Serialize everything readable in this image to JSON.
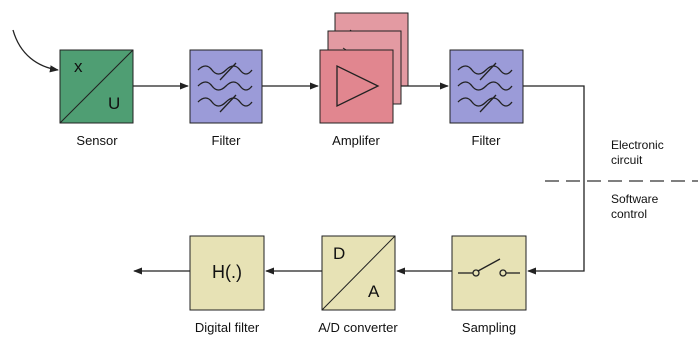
{
  "blocks": {
    "sensor": {
      "label": "Sensor",
      "input_symbol": "x",
      "output_symbol": "U"
    },
    "filter_1": {
      "label": "Filter"
    },
    "amplifier": {
      "label": "Amplifer"
    },
    "filter_2": {
      "label": "Filter"
    },
    "sampling": {
      "label": "Sampling"
    },
    "ad_converter": {
      "label": "A/D converter",
      "top_symbol": "D",
      "bottom_symbol": "A"
    },
    "digital_filter": {
      "label": "Digital filter",
      "function_text": "H(.)"
    }
  },
  "regions": {
    "hardware": "Electronic circuit",
    "software": "Software control"
  },
  "colors": {
    "sensor_fill": "#4f9e73",
    "filter_fill": "#9b9bd8",
    "amplifier_fill": "#e1868f",
    "amplifier_back_fill": "#e39aa2",
    "software_block_fill": "#e7e2b5",
    "stroke": "#222222"
  }
}
